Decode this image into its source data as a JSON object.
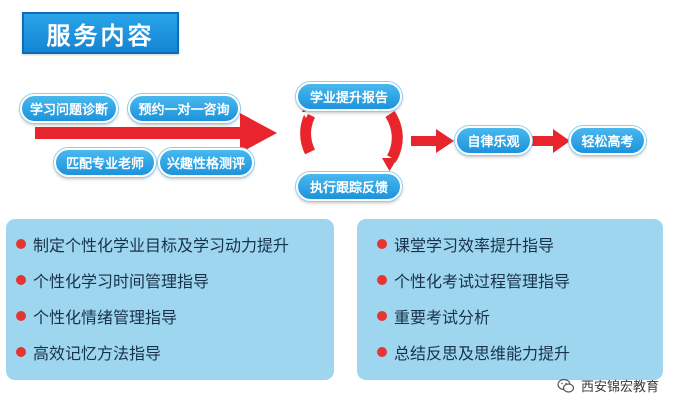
{
  "title": "服务内容",
  "diagram": {
    "inputs": [
      "学习问题诊断",
      "预约一对一咨询",
      "匹配专业老师",
      "兴趣性格测评"
    ],
    "cycle": {
      "top": "学业提升报告",
      "bottom": "执行跟踪反馈"
    },
    "outputs": [
      "自律乐观",
      "轻松高考"
    ]
  },
  "left_panel": {
    "items": [
      "制定个性化学业目标及学习动力提升",
      "个性化学习时间管理指导",
      "个性化情绪管理指导",
      "高效记忆方法指导"
    ]
  },
  "right_panel": {
    "items": [
      "课堂学习效率提升指导",
      "个性化考试过程管理指导",
      "重要考试分析",
      "总结反思及思维能力提升"
    ]
  },
  "watermark": {
    "text": "西安锦宏教育",
    "icon": "wechat-icon"
  },
  "colors": {
    "blue": "#1a8cd8",
    "red": "#e8242c",
    "panel": "#9ed6ef"
  }
}
